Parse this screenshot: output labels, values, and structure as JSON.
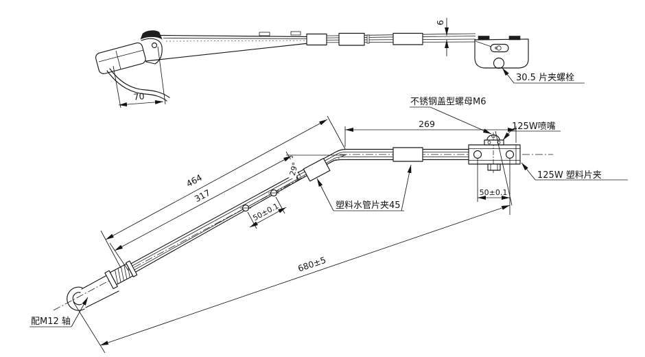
{
  "document": {
    "type": "engineering-drawing",
    "background": "#ffffff",
    "line_color": "#161616"
  },
  "top_view": {
    "dim_head_width": "70",
    "dim_rod_height": "6",
    "label_clip_bolt": "30.5 片夹螺栓"
  },
  "bottom_view": {
    "dim_bend_to_end": "269",
    "dim_hook_to_bend": "464",
    "dim_collar_to_clip": "317",
    "dim_arm_holes": "50±0.1",
    "dim_clip_holes": "50±0.1",
    "dim_overall": "680±5",
    "dim_bend_angle": "29°",
    "label_cap_nut": "不锈钢盖型螺母M6",
    "label_nozzle": "125W喷嘴",
    "label_blade_clip": "125W 塑料片夹",
    "label_tube_clip": "塑料水管片夹45",
    "label_shaft": "配M12 轴"
  }
}
